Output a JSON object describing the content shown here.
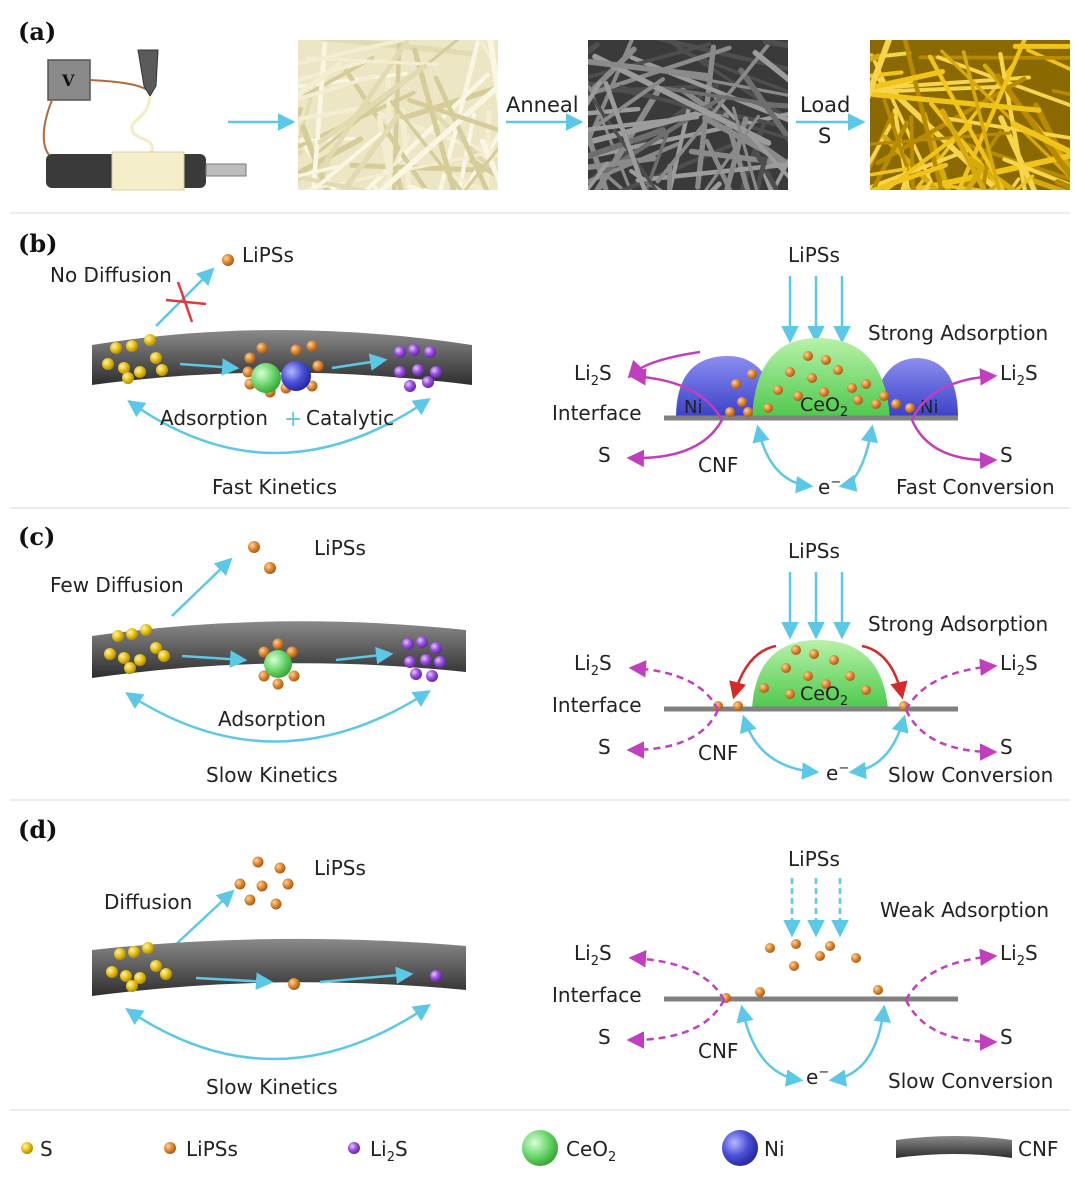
{
  "panel_a": {
    "letter": "(a)",
    "voltage_symbol": "V",
    "anneal_label": "Anneal",
    "load_label_1": "Load",
    "load_label_2": "S"
  },
  "panel_b": {
    "letter": "(b)",
    "no_diffusion": "No Diffusion",
    "lipss": "LiPSs",
    "adsorption": "Adsorption",
    "plus": "+",
    "catalytic": "Catalytic",
    "kinetics": "Fast Kinetics",
    "right_lipss": "LiPSs",
    "strong_adsorption": "Strong Adsorption",
    "li2s_left": "Li",
    "li2s_right": "Li",
    "interface": "Interface",
    "ni_left": "Ni",
    "ni_right": "Ni",
    "ceo2": "CeO",
    "s_left": "S",
    "s_right": "S",
    "cnf": "CNF",
    "electron": "e",
    "conversion": "Fast Conversion"
  },
  "panel_c": {
    "letter": "(c)",
    "few_diffusion": "Few Diffusion",
    "lipss": "LiPSs",
    "adsorption": "Adsorption",
    "kinetics": "Slow Kinetics",
    "right_lipss": "LiPSs",
    "strong_adsorption": "Strong Adsorption",
    "li2s_left": "Li",
    "li2s_right": "Li",
    "interface": "Interface",
    "ceo2": "CeO",
    "s_left": "S",
    "s_right": "S",
    "cnf": "CNF",
    "electron": "e",
    "conversion": "Slow Conversion"
  },
  "panel_d": {
    "letter": "(d)",
    "diffusion": "Diffusion",
    "lipss": "LiPSs",
    "kinetics": "Slow Kinetics",
    "right_lipss": "LiPSs",
    "weak_adsorption": "Weak Adsorption",
    "li2s_left": "Li",
    "li2s_right": "Li",
    "interface": "Interface",
    "s_left": "S",
    "s_right": "S",
    "cnf": "CNF",
    "electron": "e",
    "conversion": "Slow Conversion"
  },
  "legend": {
    "s": "S",
    "lipss": "LiPSs",
    "li2s": "Li",
    "ceo2": "CeO",
    "ni": "Ni",
    "cnf": "CNF"
  },
  "subscripts": {
    "two": "2",
    "minus": "−"
  },
  "colors": {
    "arrow_cyan": "#5bc8e8",
    "arrow_magenta": "#c13fbf",
    "cross_red": "#e03a3a",
    "sulfur_yellow": "#e8c21a",
    "lipss_orange": "#e08a2e",
    "li2s_purple": "#9a4fe0",
    "ceo2_green": "#6fd96f",
    "ni_blue": "#4a4fd8",
    "fiber_gray": "#5a5a5a"
  }
}
